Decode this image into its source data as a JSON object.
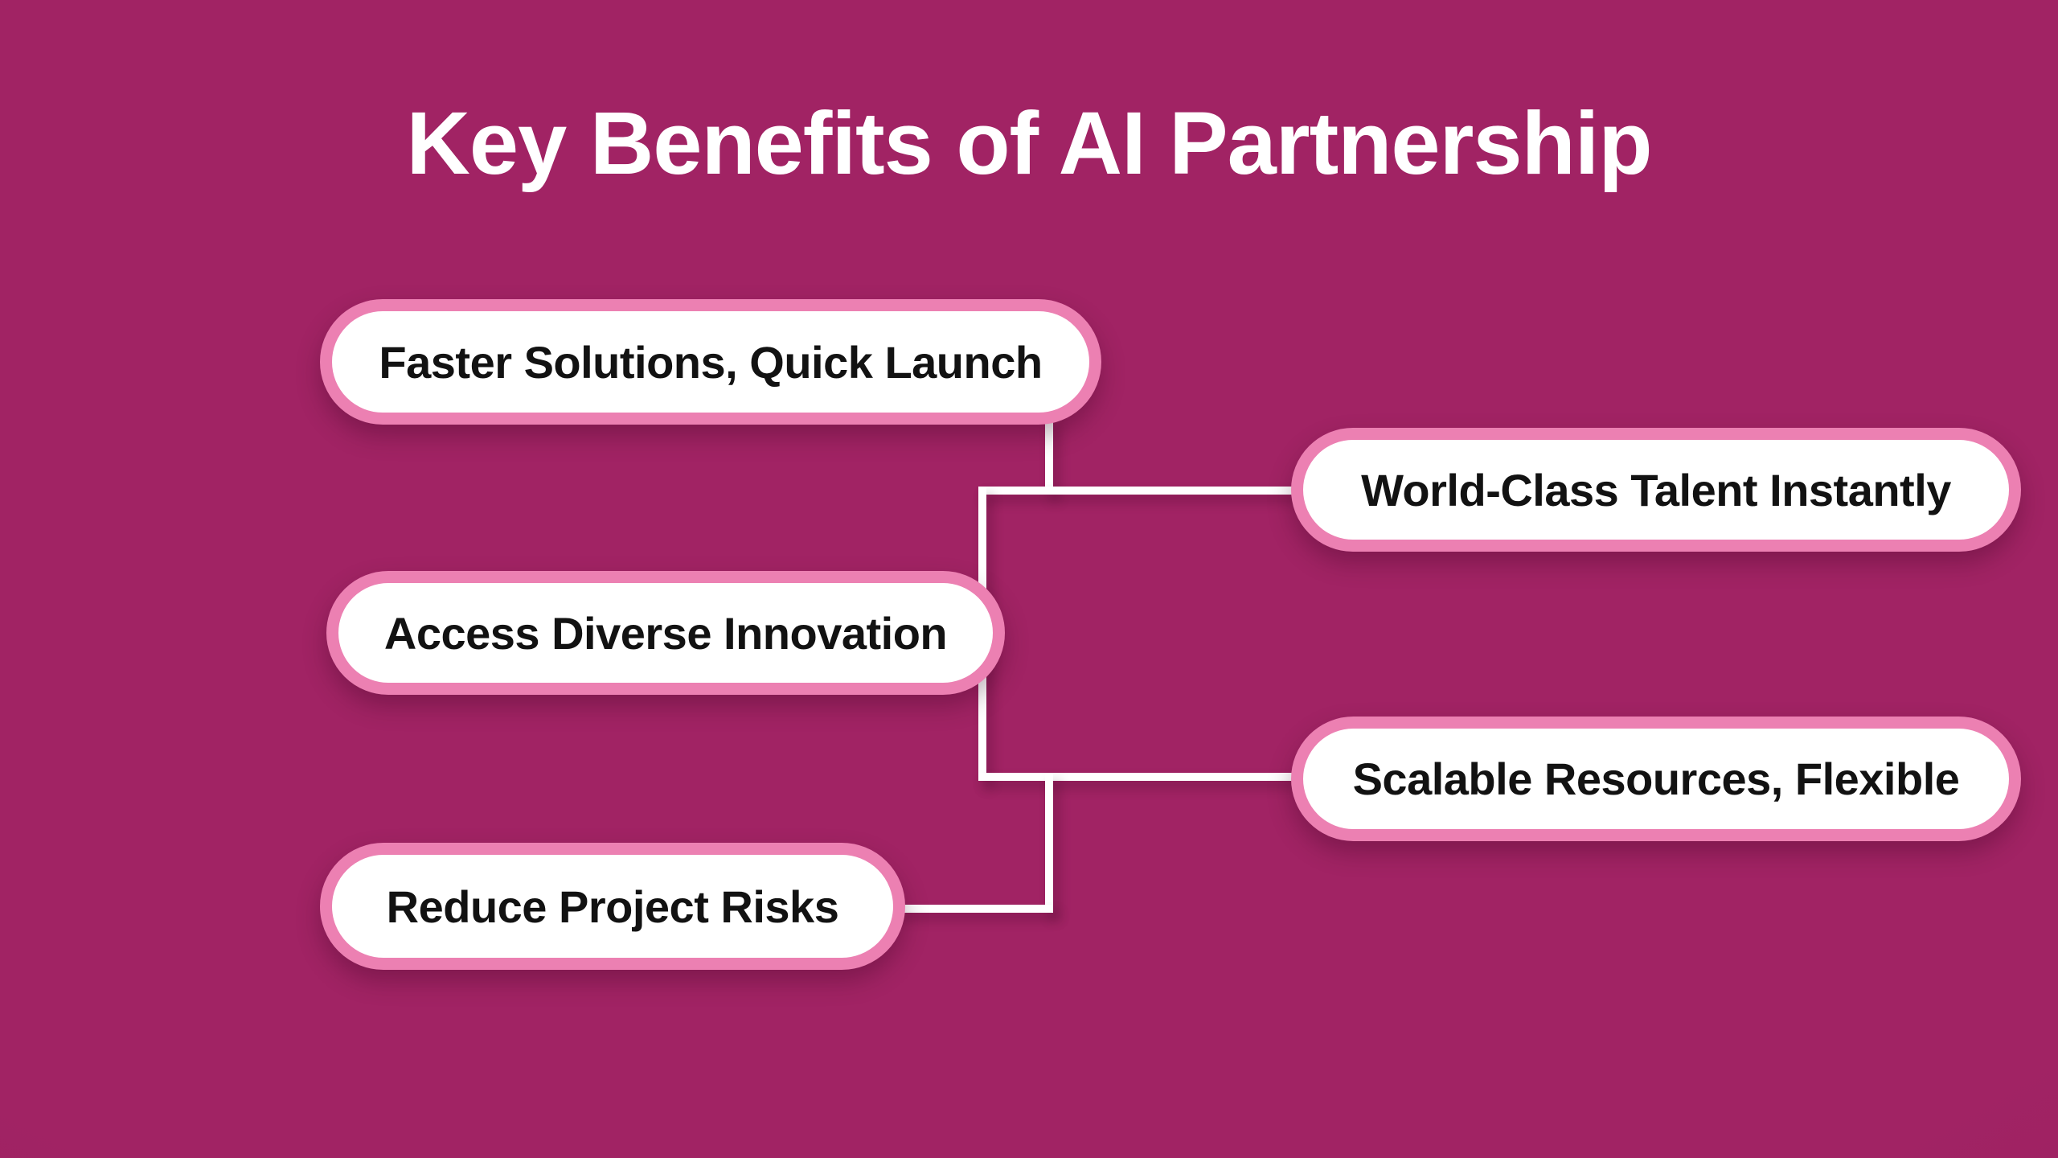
{
  "title": "Key Benefits of AI Partnership",
  "nodes": [
    {
      "id": "faster-solutions",
      "label": "Faster Solutions, Quick Launch"
    },
    {
      "id": "world-class-talent",
      "label": "World-Class Talent Instantly"
    },
    {
      "id": "access-diverse-innovation",
      "label": "Access Diverse Innovation"
    },
    {
      "id": "reduce-project-risks",
      "label": "Reduce Project Risks"
    },
    {
      "id": "scalable-resources",
      "label": "Scalable Resources, Flexible"
    }
  ],
  "colors": {
    "background": "#a12364",
    "background_edge": "#8c1b55",
    "node_fill": "#ffffff",
    "node_border": "#ec80b2",
    "node_text": "#121212",
    "title_text": "#ffffff",
    "connector": "#ffffff"
  }
}
